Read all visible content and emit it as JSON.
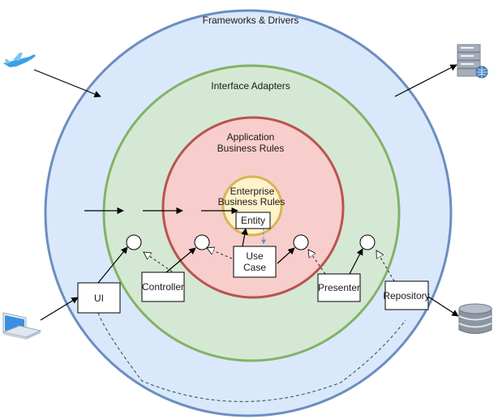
{
  "rings": {
    "frameworks": "Frameworks & Drivers",
    "adapters": "Interface Adapters",
    "application": [
      "Application",
      "Business Rules"
    ],
    "enterprise": [
      "Enterprise",
      "Business Rules"
    ]
  },
  "boxes": {
    "entity": "Entity",
    "use_case": [
      "Use",
      "Case"
    ],
    "ui": "UI",
    "controller": "Controller",
    "presenter": "Presenter",
    "repository": "Repository"
  },
  "icons": [
    "airplane-icon",
    "server-icon",
    "laptop-icon",
    "database-icon"
  ],
  "colors": {
    "frameworks_fill": "#dae8fc",
    "frameworks_stroke": "#6c8ebf",
    "adapters_fill": "#d5e8d4",
    "adapters_stroke": "#82b366",
    "application_fill": "#f8cecc",
    "application_stroke": "#b85450",
    "enterprise_fill": "#fff2cc",
    "enterprise_stroke": "#d6b656"
  }
}
